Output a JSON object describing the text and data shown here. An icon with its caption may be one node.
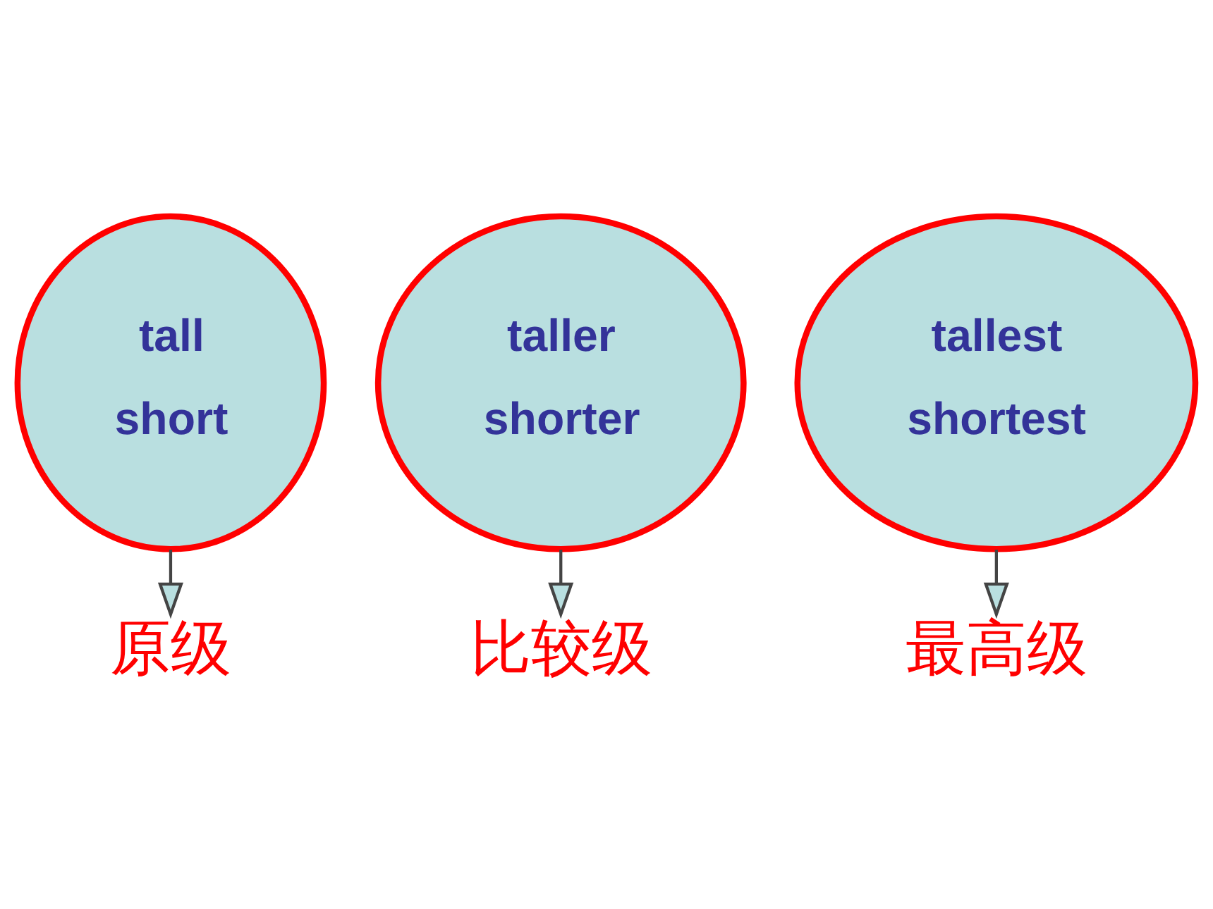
{
  "diagram": {
    "nodes": [
      {
        "text": [
          "tall",
          "short"
        ]
      },
      {
        "text": [
          "taller",
          "shorter"
        ]
      },
      {
        "text": [
          "tallest",
          "shortest"
        ]
      },
      {
        "text": [
          "原级"
        ]
      },
      {
        "text": [
          "比较级"
        ]
      },
      {
        "text": [
          "最高级"
        ]
      }
    ],
    "edges": [
      {
        "from": 0,
        "to": 3,
        "arrow": "to"
      },
      {
        "from": 1,
        "to": 4,
        "arrow": "to"
      },
      {
        "from": 2,
        "to": 5,
        "arrow": "to"
      }
    ]
  }
}
